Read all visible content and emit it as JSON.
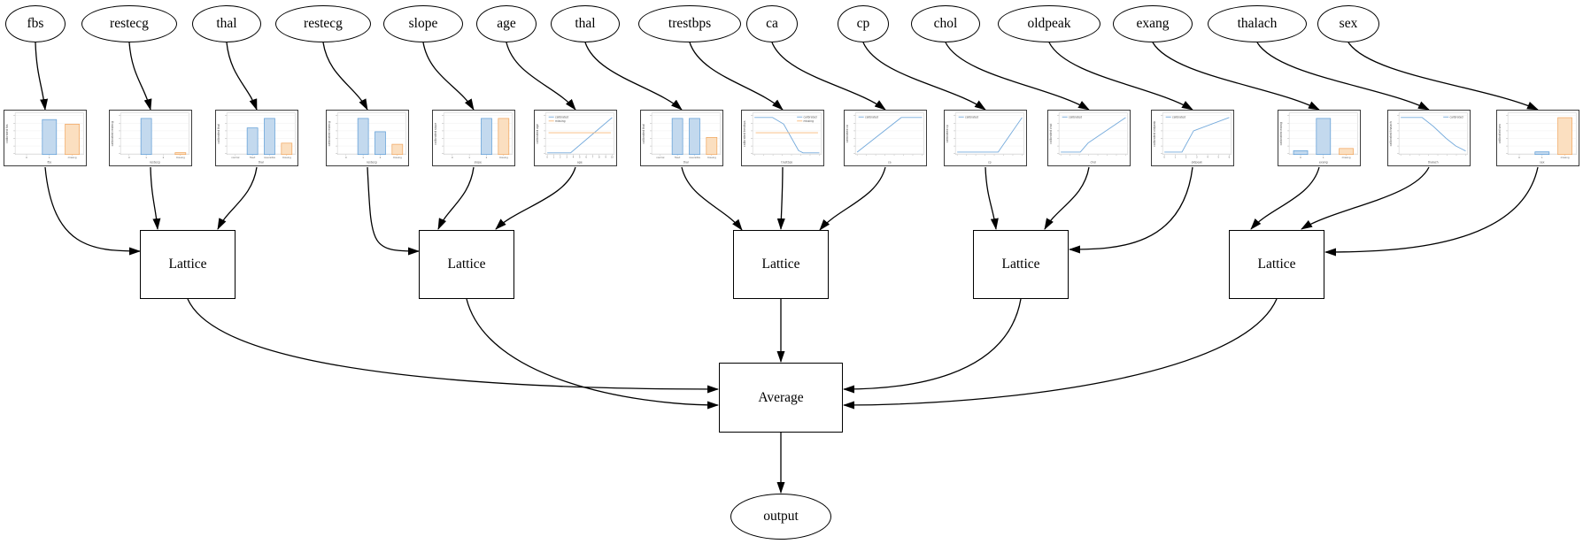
{
  "diagram": {
    "features": [
      {
        "label": "fbs"
      },
      {
        "label": "restecg"
      },
      {
        "label": "thal"
      },
      {
        "label": "restecg"
      },
      {
        "label": "slope"
      },
      {
        "label": "age"
      },
      {
        "label": "thal"
      },
      {
        "label": "trestbps"
      },
      {
        "label": "ca"
      },
      {
        "label": "cp"
      },
      {
        "label": "chol"
      },
      {
        "label": "oldpeak"
      },
      {
        "label": "exang"
      },
      {
        "label": "thalach"
      },
      {
        "label": "sex"
      }
    ],
    "lattice_nodes": [
      {
        "label": "Lattice"
      },
      {
        "label": "Lattice"
      },
      {
        "label": "Lattice"
      },
      {
        "label": "Lattice"
      },
      {
        "label": "Lattice"
      }
    ],
    "average_node": {
      "label": "Average"
    },
    "output_node": {
      "label": "output"
    }
  },
  "connections": {
    "lattice_inputs": [
      [
        "fbs",
        "restecg",
        "thal"
      ],
      [
        "restecg",
        "slope",
        "age"
      ],
      [
        "thal",
        "trestbps",
        "ca"
      ],
      [
        "cp",
        "chol",
        "oldpeak"
      ],
      [
        "exang",
        "thalach",
        "sex"
      ]
    ],
    "lattices_feed": "Average",
    "average_feeds": "output"
  },
  "colors": {
    "bar_blue_fill": "#c3d9ee",
    "bar_blue_edge": "#5b9bd5",
    "bar_orange_fill": "#fbdfc0",
    "bar_orange_edge": "#f0a45c",
    "line_blue": "#76abdc",
    "line_orange": "#f8b878",
    "grid": "#ebebeb",
    "axis": "#c9c9c9",
    "tick_text": "#666666",
    "label_text": "#555555",
    "edge": "#000000"
  },
  "chart_data": [
    {
      "type": "bar",
      "ylabel": "calibrated fbs",
      "xlabel": "fbs",
      "categories": [
        "0",
        "1",
        "missing"
      ],
      "values": [
        0,
        0.92,
        0.8
      ],
      "bar_colors": [
        "blue",
        "blue",
        "orange"
      ]
    },
    {
      "type": "bar",
      "ylabel": "calibrated restecg",
      "xlabel": "restecg",
      "categories": [
        "0",
        "1",
        "2",
        "missing"
      ],
      "values": [
        0,
        0.95,
        0,
        0.05
      ],
      "bar_colors": [
        "blue",
        "blue",
        "blue",
        "orange"
      ]
    },
    {
      "type": "bar",
      "ylabel": "calibrated thal",
      "xlabel": "thal",
      "categories": [
        "normal",
        "fixed",
        "reversible",
        "missing"
      ],
      "values": [
        0,
        0.7,
        0.95,
        0.3
      ],
      "bar_colors": [
        "blue",
        "blue",
        "blue",
        "orange"
      ]
    },
    {
      "type": "bar",
      "ylabel": "calibrated restecg",
      "xlabel": "restecg",
      "categories": [
        "0",
        "1",
        "2",
        "missing"
      ],
      "values": [
        0,
        0.95,
        0.6,
        0.27
      ],
      "bar_colors": [
        "blue",
        "blue",
        "blue",
        "orange"
      ]
    },
    {
      "type": "bar",
      "ylabel": "calibrated slope",
      "xlabel": "slope",
      "categories": [
        "0",
        "1",
        "2",
        "missing"
      ],
      "values": [
        0,
        0,
        0.95,
        0.95
      ],
      "bar_colors": [
        "blue",
        "blue",
        "blue",
        "orange"
      ]
    },
    {
      "type": "line",
      "ylabel": "calibrated age",
      "xlabel": "age",
      "x_ticks": [
        "0",
        "1",
        "2",
        "3",
        "4",
        "5",
        "6",
        "7",
        "8",
        "9",
        "10"
      ],
      "legend_pos": "top-left",
      "lines": [
        {
          "name": "calibrated",
          "color": "blue",
          "points": [
            [
              0,
              0.02
            ],
            [
              0.36,
              0.02
            ],
            [
              1,
              0.95
            ]
          ]
        },
        {
          "name": "missing",
          "color": "orange",
          "points": [
            [
              0.02,
              0.55
            ],
            [
              0.98,
              0.55
            ]
          ]
        }
      ]
    },
    {
      "type": "bar",
      "ylabel": "calibrated thal",
      "xlabel": "thal",
      "categories": [
        "normal",
        "fixed",
        "reversible",
        "missing"
      ],
      "values": [
        0,
        0.95,
        0.95,
        0.45
      ],
      "bar_colors": [
        "blue",
        "blue",
        "blue",
        "orange"
      ]
    },
    {
      "type": "line",
      "ylabel": "calibrated trestbps",
      "xlabel": "trestbps",
      "legend_pos": "top-right",
      "lines": [
        {
          "name": "calibrated",
          "color": "blue",
          "points": [
            [
              0,
              0.95
            ],
            [
              0.28,
              0.95
            ],
            [
              0.45,
              0.78
            ],
            [
              0.68,
              0.08
            ],
            [
              0.75,
              0.02
            ],
            [
              1,
              0.02
            ]
          ]
        },
        {
          "name": "missing",
          "color": "orange",
          "points": [
            [
              0.02,
              0.55
            ],
            [
              0.98,
              0.55
            ]
          ]
        }
      ]
    },
    {
      "type": "line",
      "ylabel": "calibrated ca",
      "xlabel": "ca",
      "legend_pos": "top-left",
      "lines": [
        {
          "name": "calibrated",
          "color": "blue",
          "points": [
            [
              0,
              0.04
            ],
            [
              0.68,
              0.95
            ],
            [
              1,
              0.95
            ]
          ]
        }
      ]
    },
    {
      "type": "line",
      "ylabel": "calibrated cp",
      "xlabel": "cp",
      "legend_pos": "top-left",
      "lines": [
        {
          "name": "calibrated",
          "color": "blue",
          "points": [
            [
              0,
              0.04
            ],
            [
              0.63,
              0.04
            ],
            [
              1,
              0.95
            ]
          ]
        }
      ]
    },
    {
      "type": "line",
      "ylabel": "calibrated chol",
      "xlabel": "chol",
      "legend_pos": "top-left",
      "lines": [
        {
          "name": "calibrated",
          "color": "blue",
          "points": [
            [
              0,
              0.04
            ],
            [
              0.3,
              0.04
            ],
            [
              0.42,
              0.28
            ],
            [
              1,
              0.95
            ]
          ]
        }
      ]
    },
    {
      "type": "line",
      "ylabel": "calibrated oldpeak",
      "xlabel": "oldpeak",
      "x_ticks": [
        "0",
        "1",
        "2",
        "3",
        "4",
        "5",
        "6"
      ],
      "legend_pos": "top-left",
      "lines": [
        {
          "name": "calibrated",
          "color": "blue",
          "points": [
            [
              0,
              0.04
            ],
            [
              0.27,
              0.04
            ],
            [
              0.45,
              0.6
            ],
            [
              1,
              0.95
            ]
          ]
        }
      ]
    },
    {
      "type": "bar",
      "ylabel": "calibrated exang",
      "xlabel": "exang",
      "categories": [
        "0",
        "1",
        "missing"
      ],
      "values": [
        0.1,
        0.95,
        0.16
      ],
      "bar_colors": [
        "blue",
        "blue",
        "orange"
      ]
    },
    {
      "type": "line",
      "ylabel": "calibrated thalach",
      "xlabel": "thalach",
      "legend_pos": "top-right",
      "lines": [
        {
          "name": "calibrated",
          "color": "blue",
          "points": [
            [
              0,
              0.95
            ],
            [
              0.33,
              0.95
            ],
            [
              0.5,
              0.72
            ],
            [
              0.7,
              0.4
            ],
            [
              0.85,
              0.2
            ],
            [
              1,
              0.07
            ]
          ]
        }
      ]
    },
    {
      "type": "bar",
      "ylabel": "calibrated sex",
      "xlabel": "sex",
      "categories": [
        "0",
        "1",
        "missing"
      ],
      "values": [
        0,
        0.07,
        0.97
      ],
      "bar_colors": [
        "blue",
        "blue",
        "orange"
      ]
    }
  ]
}
